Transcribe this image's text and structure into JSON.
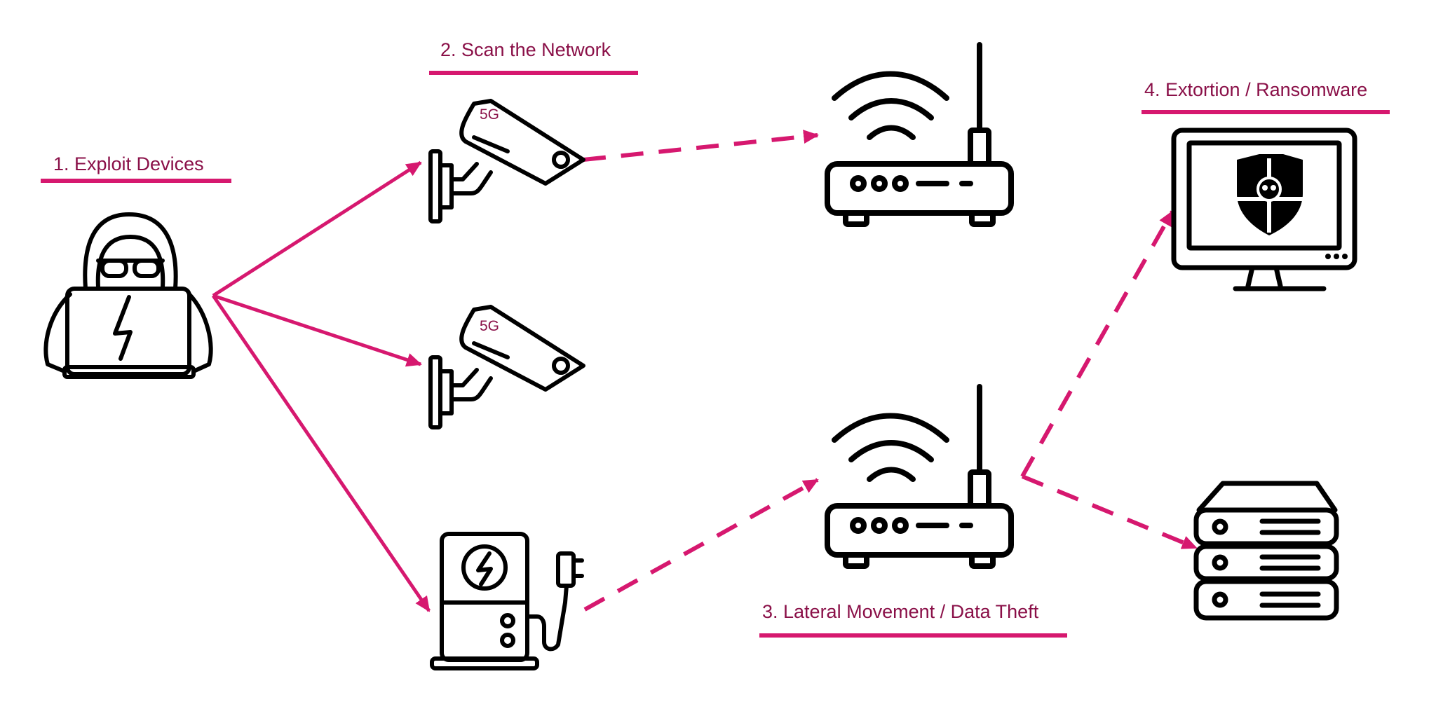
{
  "colors": {
    "accent": "#d6186f",
    "title_text": "#8a1048",
    "icon_stroke": "#000000",
    "background": "#ffffff"
  },
  "steps": [
    {
      "label": "1. Exploit Devices"
    },
    {
      "label": "2. Scan the Network"
    },
    {
      "label": "3. Lateral Movement / Data Theft"
    },
    {
      "label": "4. Extortion / Ransomware"
    }
  ],
  "nodes": {
    "attacker": {
      "icon": "hooded-hacker-laptop-icon"
    },
    "camera_top": {
      "icon": "security-camera-icon",
      "label": "5G"
    },
    "camera_middle": {
      "icon": "security-camera-icon",
      "label": "5G"
    },
    "charger": {
      "icon": "ev-charging-station-icon"
    },
    "router_top": {
      "icon": "wifi-router-icon"
    },
    "router_bottom": {
      "icon": "wifi-router-icon"
    },
    "monitor": {
      "icon": "monitor-ransomware-shield-skull-icon"
    },
    "server": {
      "icon": "server-rack-icon"
    }
  },
  "connections": [
    {
      "from": "attacker",
      "to": "camera_top",
      "style": "solid"
    },
    {
      "from": "attacker",
      "to": "camera_middle",
      "style": "solid"
    },
    {
      "from": "attacker",
      "to": "charger",
      "style": "solid"
    },
    {
      "from": "camera_top",
      "to": "router_top",
      "style": "dashed"
    },
    {
      "from": "charger",
      "to": "router_bottom",
      "style": "dashed"
    },
    {
      "from": "router_bottom",
      "to": "monitor",
      "style": "dashed"
    },
    {
      "from": "router_bottom",
      "to": "server",
      "style": "dashed"
    }
  ]
}
